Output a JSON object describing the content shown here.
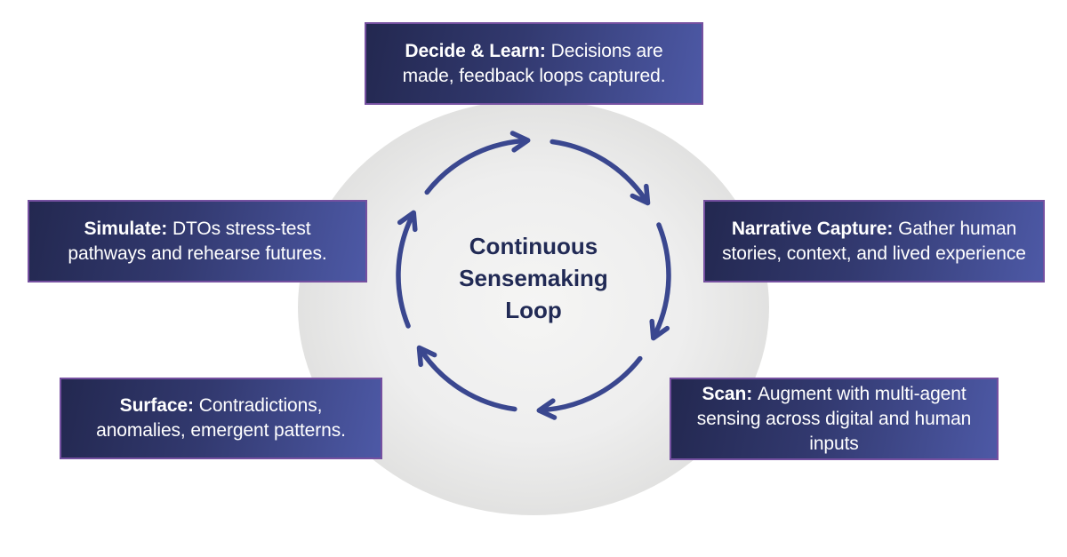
{
  "diagram": {
    "center_title": "Continuous Sensemaking Loop",
    "loop": {
      "segments": 6,
      "direction": "clockwise"
    },
    "boxes": [
      {
        "id": "decide-learn",
        "lead": "Decide & Learn:",
        "text": "Decisions are made, feedback loops captured."
      },
      {
        "id": "simulate",
        "lead": "Simulate:",
        "text": "DTOs stress-test pathways and rehearse futures."
      },
      {
        "id": "narrative-capture",
        "lead": "Narrative Capture:",
        "text": "Gather human stories, context, and lived experience"
      },
      {
        "id": "surface",
        "lead": "Surface:",
        "text": "Contradictions, anomalies, emergent patterns."
      },
      {
        "id": "scan",
        "lead": "Scan:",
        "text": "Augment with multi-agent sensing across digital and human inputs"
      }
    ],
    "colors": {
      "accent_border": "#7550a0",
      "box_dark": "#232850",
      "box_light": "#4d59a6",
      "arrow": "#3a478f",
      "title": "#212a55",
      "circle_light": "#f5f5f4",
      "circle_dark": "#d7d7d6"
    }
  }
}
